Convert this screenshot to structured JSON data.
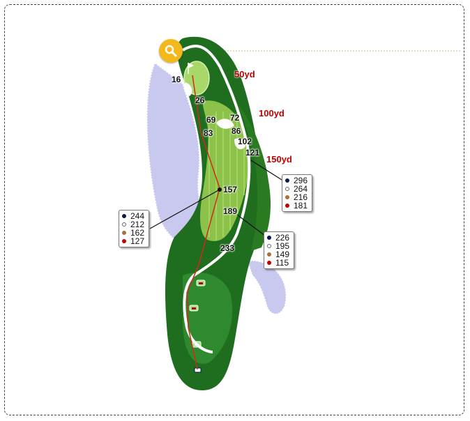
{
  "colors": {
    "rough": "#1f6e1f",
    "fairway": "#8cc24a",
    "green": "#a8d86a",
    "water": "#c8c8ee",
    "path": "#ffffff",
    "route": "#d22a1a",
    "zoom_button": "#f3b81a",
    "tee_black": "#0a1a4a",
    "tee_white": "#ffffff",
    "tee_gold": "#a8713a",
    "tee_red": "#c00000"
  },
  "zoom_button": {
    "icon": "search-icon"
  },
  "distance_markers": [
    {
      "label": "50yd"
    },
    {
      "label": "100yd"
    },
    {
      "label": "150yd"
    }
  ],
  "map_labels": [
    {
      "text": "16"
    },
    {
      "text": "26"
    },
    {
      "text": "69"
    },
    {
      "text": "72"
    },
    {
      "text": "83"
    },
    {
      "text": "86"
    },
    {
      "text": "102"
    },
    {
      "text": "121"
    },
    {
      "text": "157"
    },
    {
      "text": "189"
    },
    {
      "text": "233"
    }
  ],
  "distance_cards": [
    {
      "values": [
        "244",
        "212",
        "162",
        "127"
      ]
    },
    {
      "values": [
        "296",
        "264",
        "216",
        "181"
      ]
    },
    {
      "values": [
        "226",
        "195",
        "149",
        "115"
      ]
    }
  ]
}
